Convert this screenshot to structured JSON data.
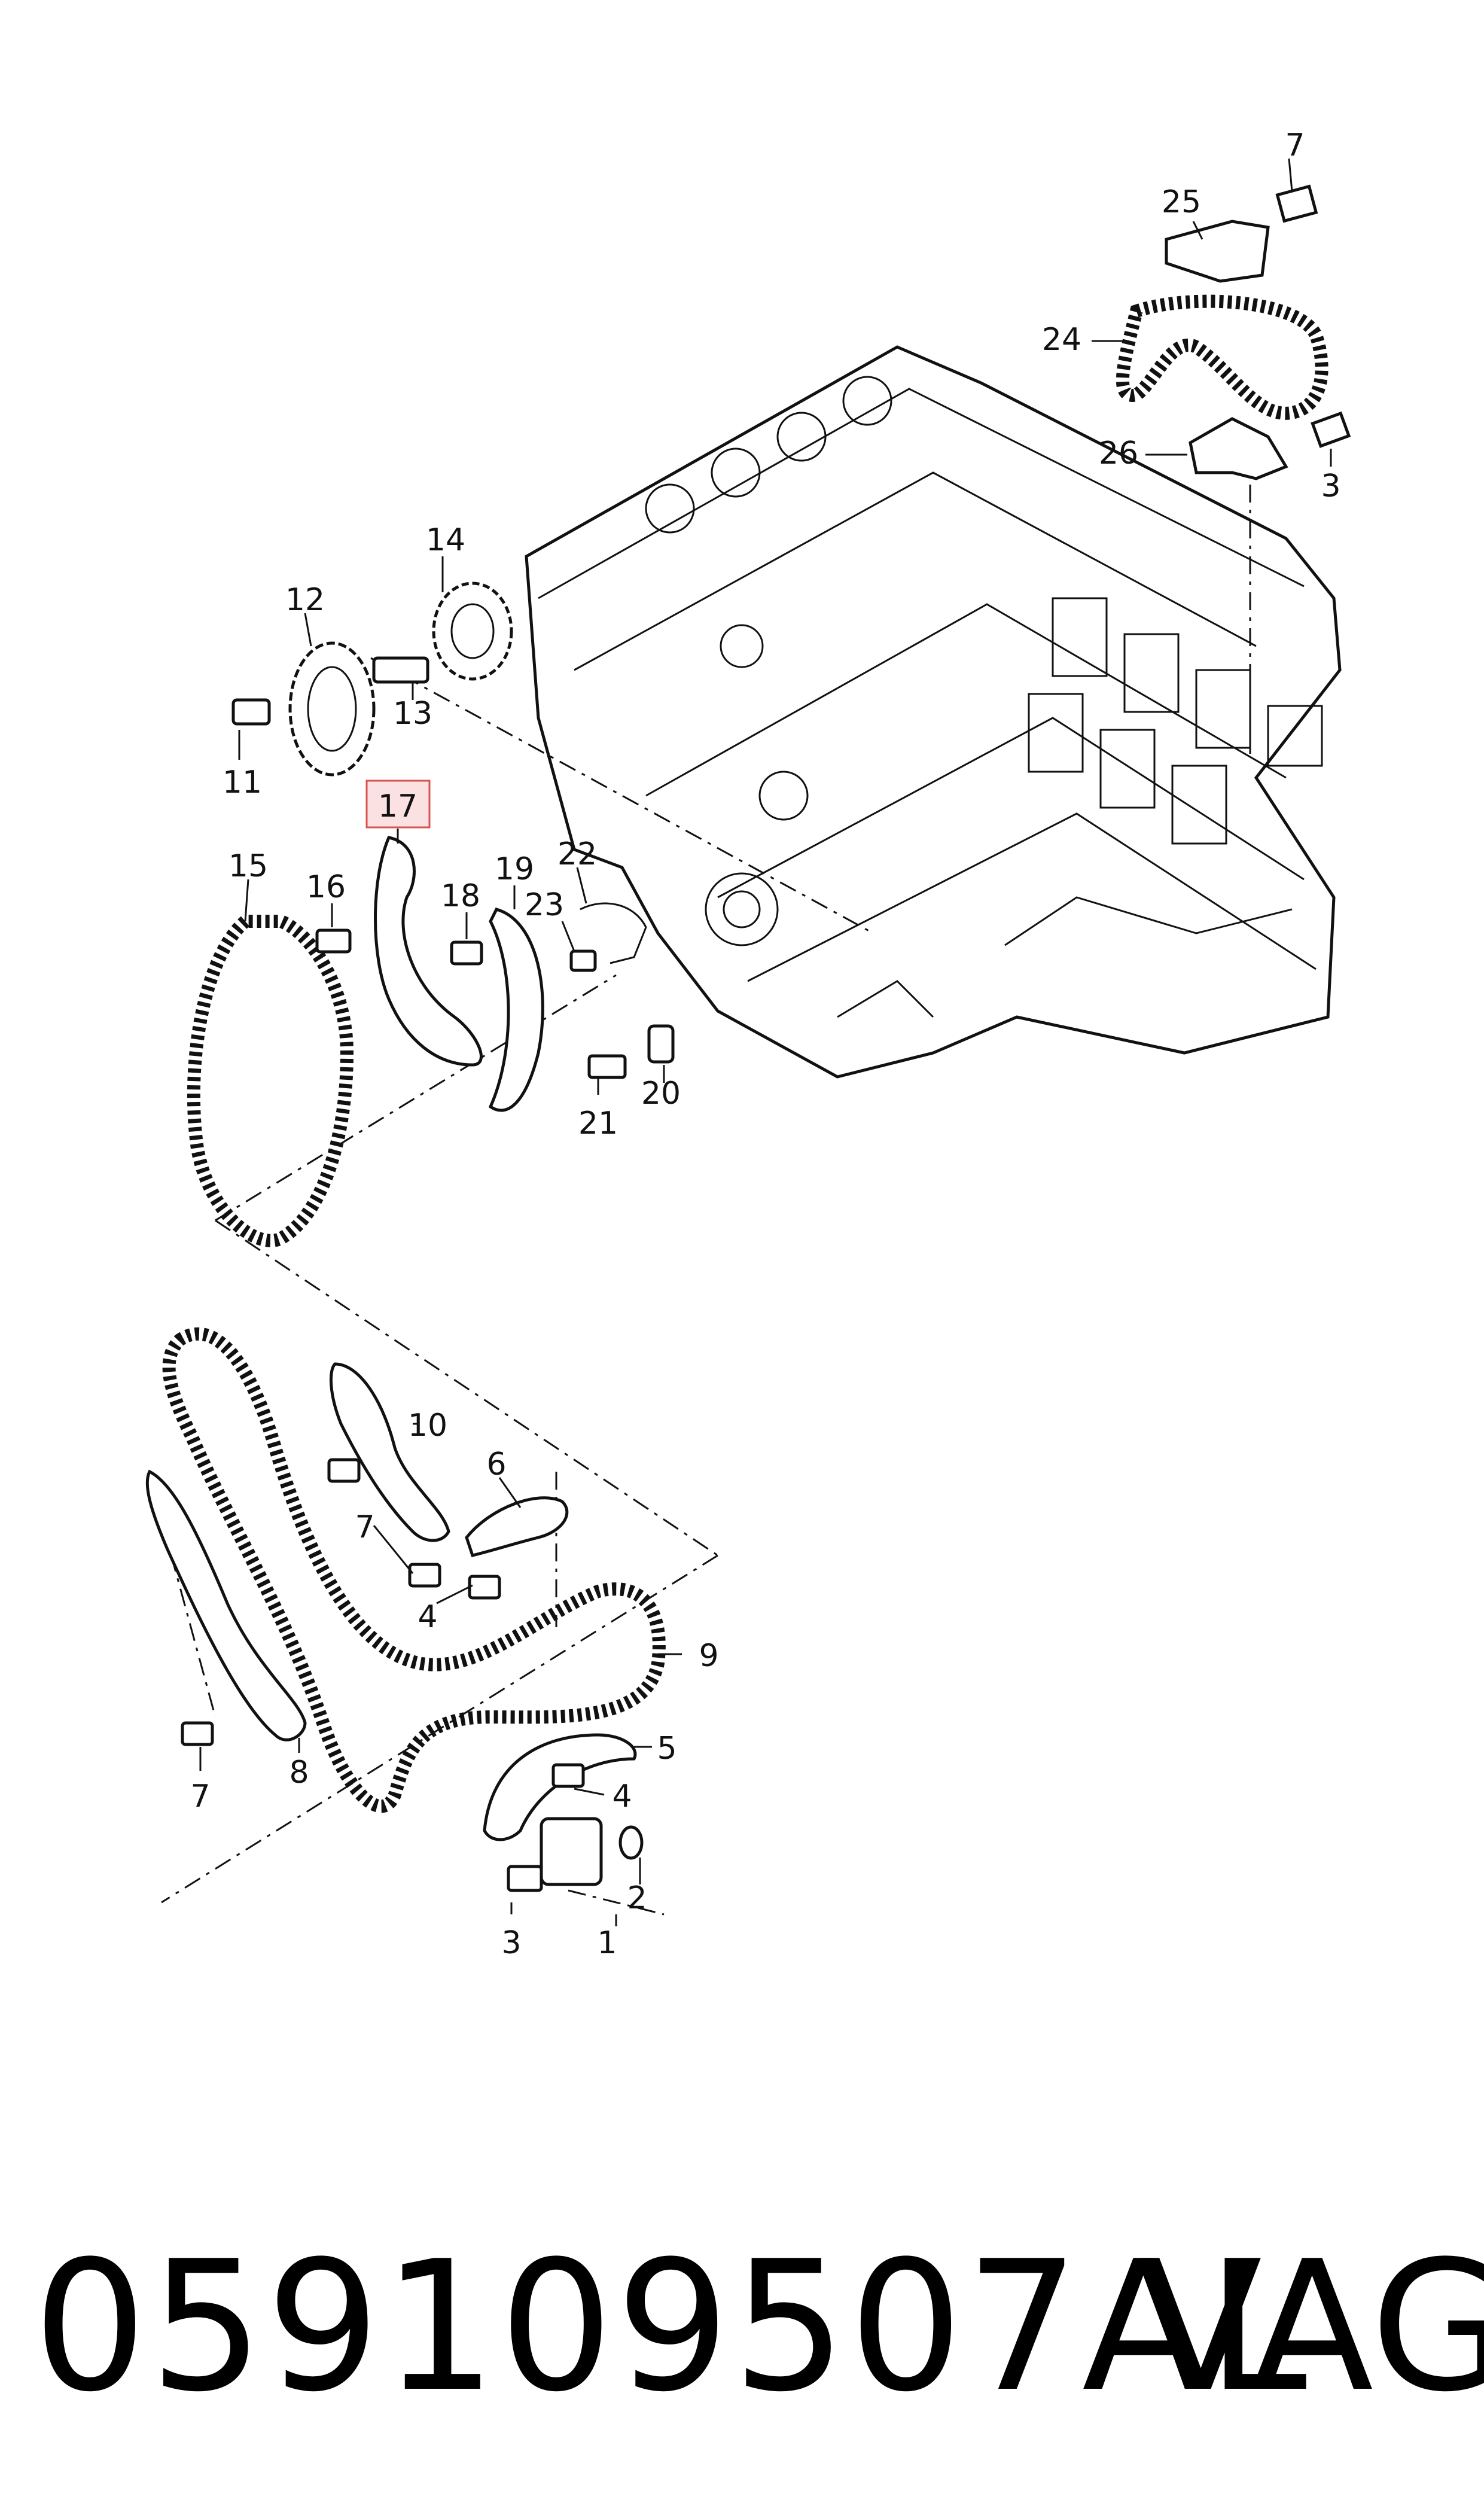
{
  "part_number": "059109507AL",
  "brand": "VAG",
  "highlighted_callout": "17",
  "colors": {
    "highlight_fill": "#fbe1e1",
    "highlight_stroke": "#d9534f",
    "ink": "#111111"
  },
  "callouts": [
    {
      "id": "c1",
      "text": "1"
    },
    {
      "id": "c2",
      "text": "2"
    },
    {
      "id": "c3a",
      "text": "3"
    },
    {
      "id": "c3b",
      "text": "3"
    },
    {
      "id": "c4a",
      "text": "4"
    },
    {
      "id": "c4b",
      "text": "4"
    },
    {
      "id": "c5",
      "text": "5"
    },
    {
      "id": "c6",
      "text": "6"
    },
    {
      "id": "c7a",
      "text": "7"
    },
    {
      "id": "c7b",
      "text": "7"
    },
    {
      "id": "c7c",
      "text": "7"
    },
    {
      "id": "c8",
      "text": "8"
    },
    {
      "id": "c9",
      "text": "9"
    },
    {
      "id": "c10",
      "text": "10"
    },
    {
      "id": "c11",
      "text": "11"
    },
    {
      "id": "c12",
      "text": "12"
    },
    {
      "id": "c13",
      "text": "13"
    },
    {
      "id": "c14",
      "text": "14"
    },
    {
      "id": "c15",
      "text": "15"
    },
    {
      "id": "c16",
      "text": "16"
    },
    {
      "id": "c17",
      "text": "17"
    },
    {
      "id": "c18",
      "text": "18"
    },
    {
      "id": "c19",
      "text": "19"
    },
    {
      "id": "c20",
      "text": "20"
    },
    {
      "id": "c21",
      "text": "21"
    },
    {
      "id": "c22",
      "text": "22"
    },
    {
      "id": "c23",
      "text": "23"
    },
    {
      "id": "c24",
      "text": "24"
    },
    {
      "id": "c25",
      "text": "25"
    },
    {
      "id": "c26",
      "text": "26"
    }
  ]
}
